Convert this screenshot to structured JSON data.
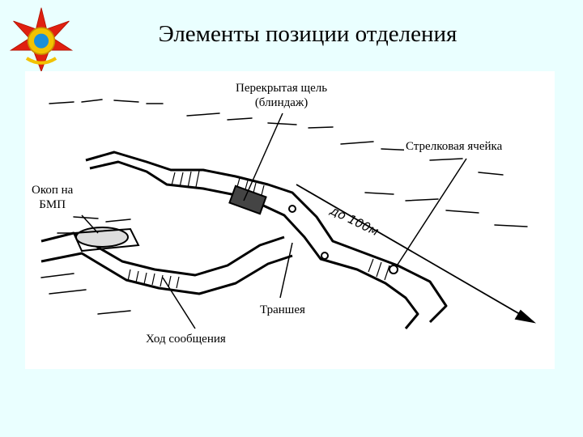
{
  "title": "Элементы позиции отделения",
  "labels": {
    "covered_slit_line1": "Перекрытая щель",
    "covered_slit_line2": "(блиндаж)",
    "rifle_cell": "Стрелковая ячейка",
    "bmp_trench_line1": "Окоп на",
    "bmp_trench_line2": "БМП",
    "trench": "Траншея",
    "communication_passage": "Ход сообщения",
    "distance": "до 100м"
  },
  "colors": {
    "background": "#eaffff",
    "panel": "#ffffff",
    "ink": "#000000",
    "emblem_red": "#e02010",
    "emblem_gold": "#f2c200",
    "emblem_blue": "#1a8fd8"
  }
}
